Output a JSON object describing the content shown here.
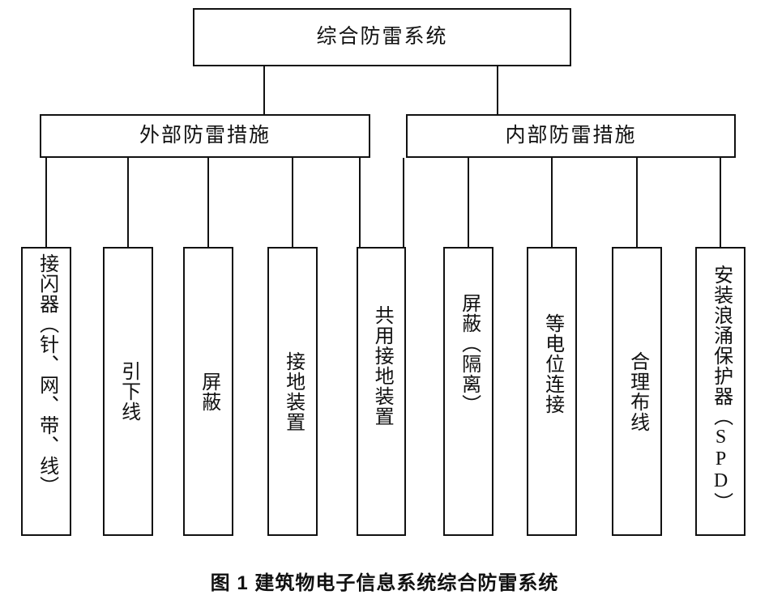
{
  "figure": {
    "caption": "图 1 建筑物电子信息系统综合防雷系统",
    "root": {
      "label": "综合防雷系统"
    },
    "branches": [
      {
        "label": "外部防雷措施"
      },
      {
        "label": "内部防雷措施"
      }
    ],
    "leaves": [
      {
        "label": "接闪器（针、网、带、线）",
        "parent": "外部防雷措施"
      },
      {
        "label": "引下线",
        "parent": "外部防雷措施"
      },
      {
        "label": "屏蔽",
        "parent": "外部防雷措施"
      },
      {
        "label": "接地装置",
        "parent": "外部防雷措施"
      },
      {
        "label": "共用接地装置",
        "parent": "外部防雷措施 / 内部防雷措施"
      },
      {
        "label": "屏蔽（隔离）",
        "parent": "内部防雷措施"
      },
      {
        "label": "等电位连接",
        "parent": "内部防雷措施"
      },
      {
        "label": "合理布线",
        "parent": "内部防雷措施"
      },
      {
        "label": "安装浪涌保护器（SPD）",
        "parent": "内部防雷措施"
      }
    ],
    "colors": {
      "stroke": "#111111",
      "background": "#ffffff",
      "text": "#111111"
    }
  }
}
